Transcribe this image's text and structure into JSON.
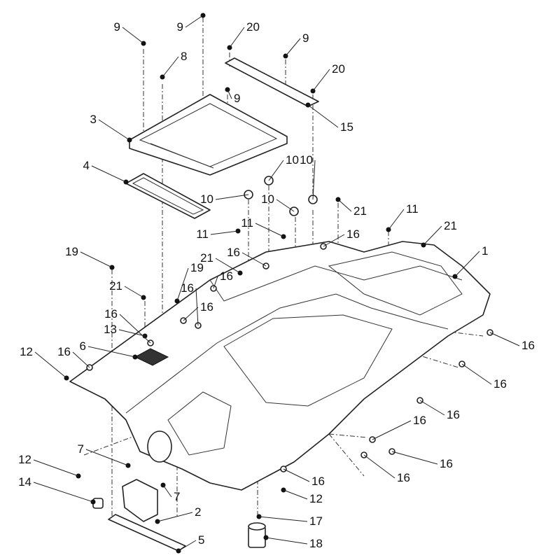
{
  "diagram": {
    "title": "Exploded parts diagram",
    "callouts": [
      "9",
      "9",
      "20",
      "9",
      "8",
      "20",
      "9",
      "15",
      "3",
      "4",
      "10",
      "10",
      "10",
      "10",
      "21",
      "11",
      "11",
      "11",
      "16",
      "21",
      "1",
      "19",
      "21",
      "16",
      "19",
      "16",
      "16",
      "21",
      "16",
      "16",
      "13",
      "6",
      "12",
      "16",
      "16",
      "16",
      "16",
      "16",
      "16",
      "16",
      "16",
      "12",
      "7",
      "7",
      "12",
      "14",
      "2",
      "17",
      "5",
      "18"
    ]
  }
}
